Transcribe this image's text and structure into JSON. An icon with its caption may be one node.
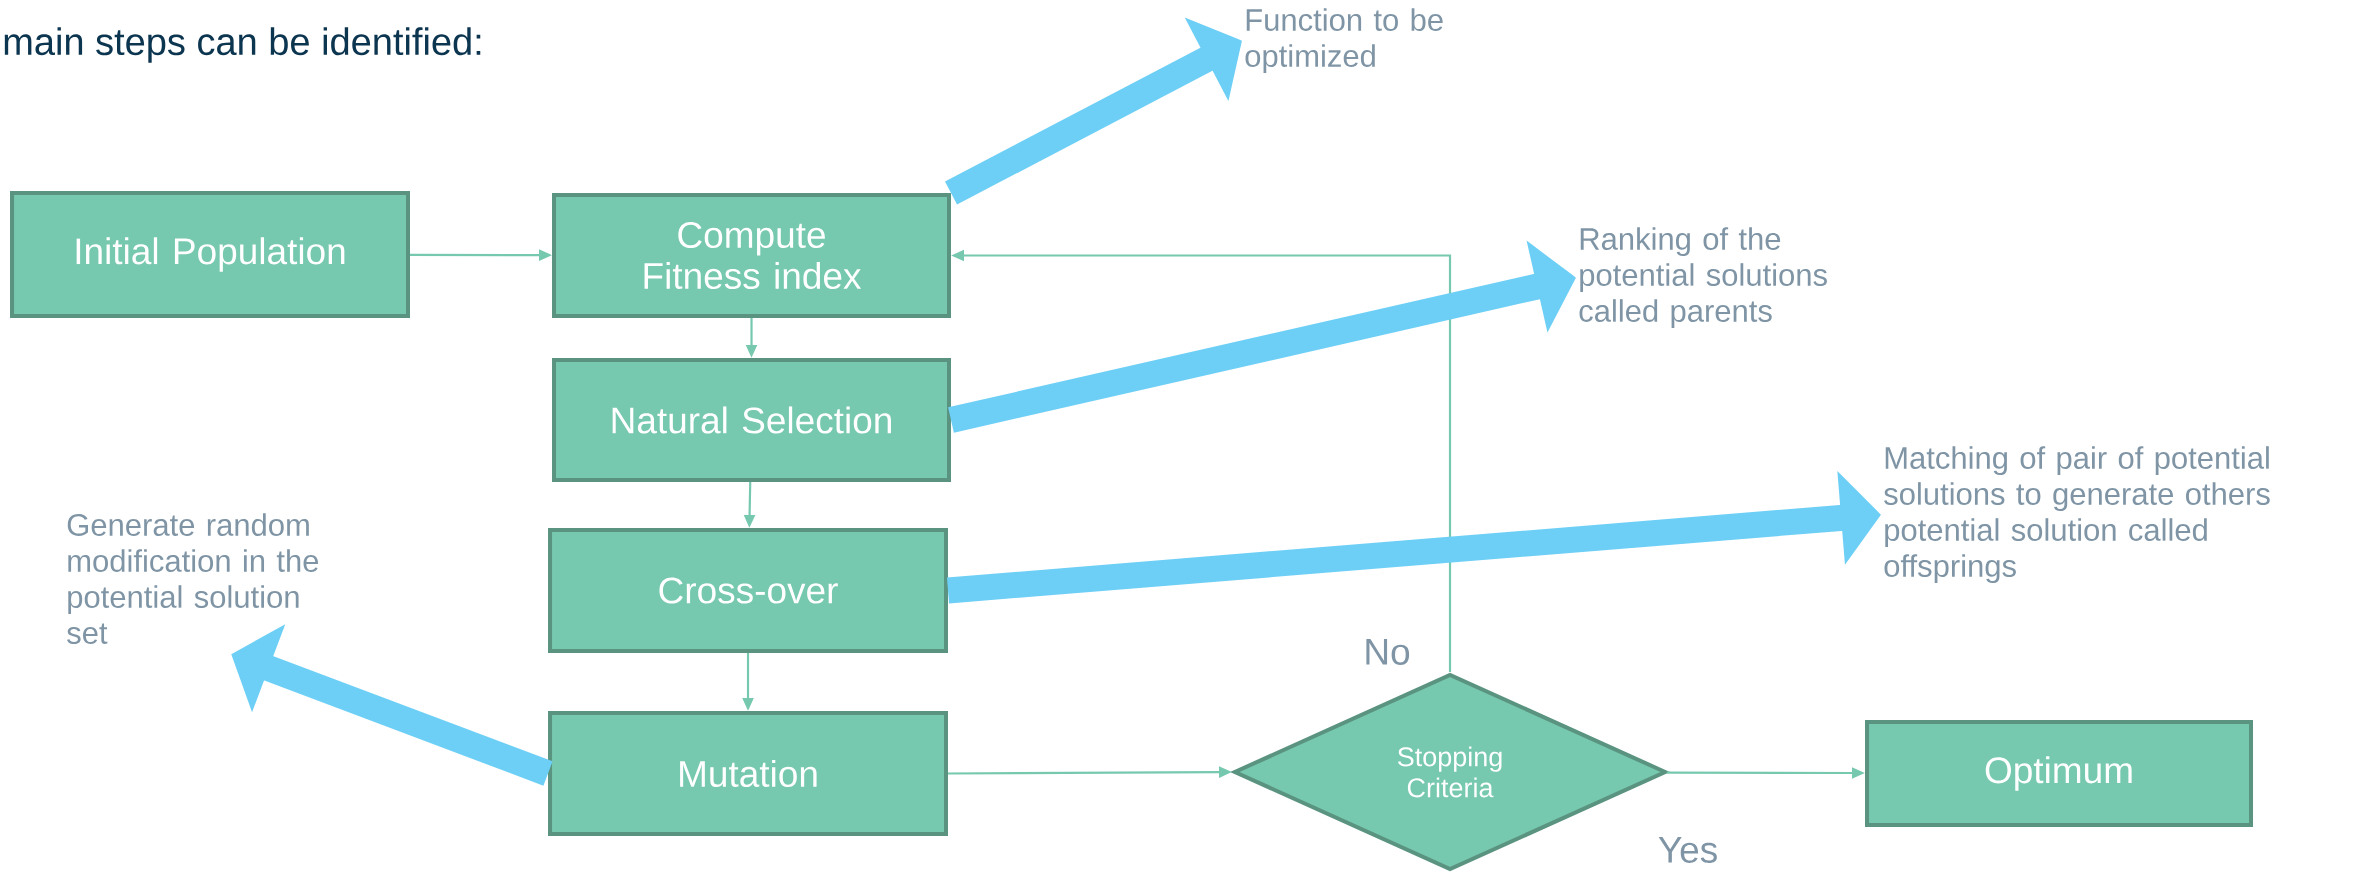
{
  "diagram": {
    "nodes": [
      {
        "text": [
          "Initial Population"
        ]
      },
      {
        "text": [
          "Compute Fitness index"
        ]
      },
      {
        "text": [
          "Natural Selection"
        ]
      },
      {
        "text": [
          "Cross-over"
        ]
      },
      {
        "text": [
          "Mutation"
        ]
      },
      {
        "text": [
          "Stopping Criteria"
        ]
      },
      {
        "text": [
          "Optimum"
        ]
      },
      {
        "text": [
          "Function to be optimized"
        ]
      },
      {
        "text": [
          "Ranking of the potential solutions called parents"
        ]
      },
      {
        "text": [
          "Matching of pair of potential solutions to generate others potential solution called offsprings"
        ]
      },
      {
        "text": [
          "Generate random modification in the potential solution set"
        ]
      }
    ],
    "edges": [
      {
        "from": 0,
        "to": 1,
        "arrow": "to"
      },
      {
        "from": 1,
        "to": 2,
        "arrow": "to"
      },
      {
        "from": 2,
        "to": 3,
        "arrow": "to"
      },
      {
        "from": 3,
        "to": 4,
        "arrow": "to"
      },
      {
        "from": 4,
        "to": 5,
        "arrow": "to"
      },
      {
        "from": 5,
        "to": 6,
        "arrow": "to",
        "label": "Yes"
      },
      {
        "from": 5,
        "to": 1,
        "arrow": "to",
        "label": "No"
      },
      {
        "from": 1,
        "to": 7,
        "arrow": "to",
        "style": "thick",
        "color": "#6dcff6"
      },
      {
        "from": 2,
        "to": 8,
        "arrow": "to",
        "style": "thick",
        "color": "#6dcff6"
      },
      {
        "from": 3,
        "to": 9,
        "arrow": "to",
        "style": "thick",
        "color": "#6dcff6"
      },
      {
        "from": 4,
        "to": 10,
        "arrow": "to",
        "style": "thick",
        "color": "#6dcff6"
      }
    ],
    "labels": [
      "main steps can be identified:"
    ]
  }
}
